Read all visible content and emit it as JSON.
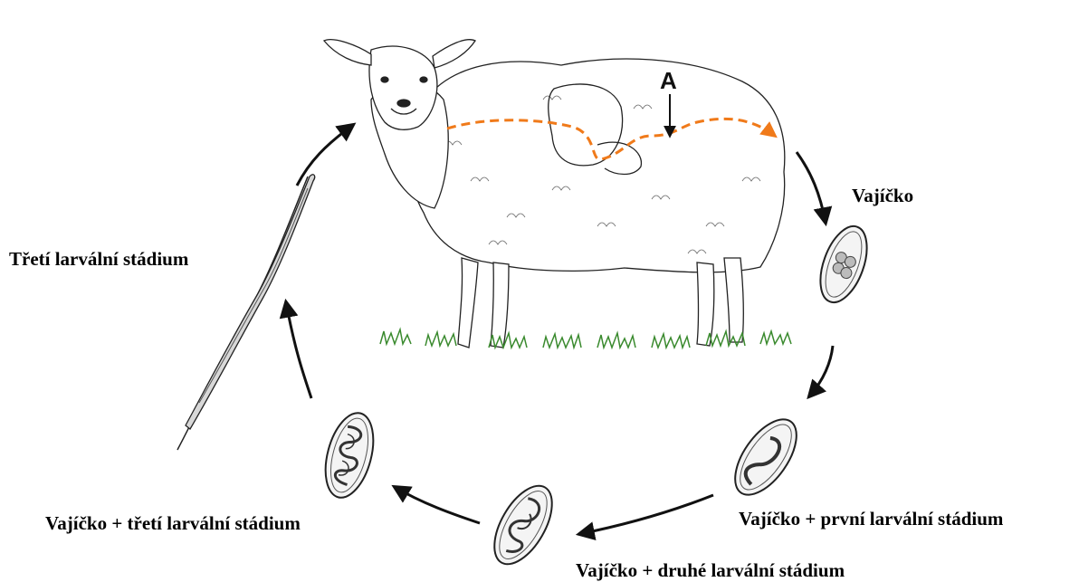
{
  "colors": {
    "migration_path": "#f07a1a",
    "grass": "#3a8a2e",
    "outline": "#222222",
    "arrow": "#111111"
  },
  "marker": {
    "text": "A"
  },
  "stages": {
    "egg": "Vajíčko",
    "egg_l1": "Vajíčko + první larvální stádium",
    "egg_l2": "Vajíčko + druhé larvální stádium",
    "egg_l3": "Vajíčko + třetí larvální stádium",
    "l3": "Třetí larvální stádium"
  },
  "icons": {
    "host": "sheep-illustration",
    "egg": "egg-icon",
    "larva": "larva-icon",
    "arrow": "arrow-icon"
  }
}
